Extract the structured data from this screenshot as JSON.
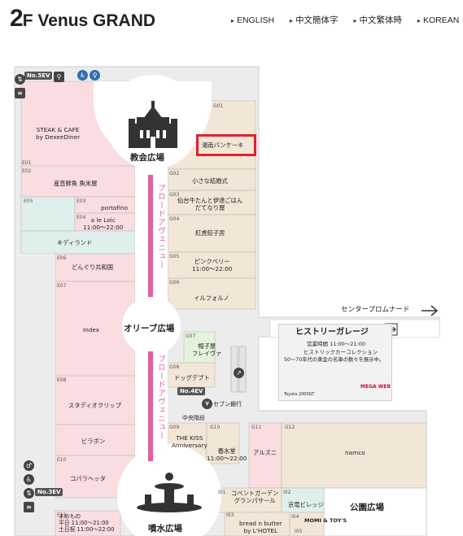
{
  "header": {
    "floor_number": "2",
    "floor_title": "F Venus GRAND",
    "languages": [
      "ENGLISH",
      "中文簡体字",
      "中文繁体時",
      "KOREAN"
    ]
  },
  "plazas": {
    "church": "教会広場",
    "olive": "オリーブ広場",
    "fountain": "噴水広場",
    "park": "公園広場"
  },
  "avenue_label": "プロードアヴェニュー",
  "center_promenade": "センタープロムナード",
  "history_garage": {
    "title": "ヒストリーガレージ",
    "hours": "営業時間 11:00～21:00",
    "line1": "ヒストリックカーコレクション",
    "line2": "50～70年代の黄金の名車の数々を展示中。",
    "brand": "MEGA WEB",
    "car_label": "Toyota 2000GT"
  },
  "elevators": {
    "ev5": "No.5EV",
    "ev4": "No.4EV",
    "ev3": "No.3EV"
  },
  "facilities": {
    "seven": "セブン銀行",
    "stairs": "中央階段"
  },
  "shops": [
    {
      "code": "E01",
      "name": "STEAK & CAFE\nby DexeeDiner"
    },
    {
      "code": "E02",
      "name": "産直鮮魚 魚米屋"
    },
    {
      "code": "E05",
      "name": ""
    },
    {
      "code": "E03",
      "name": "portofino"
    },
    {
      "code": "E04",
      "name": "a le Loic\n11:00～22:00"
    },
    {
      "code": "",
      "name": "キディランド"
    },
    {
      "code": "E06",
      "name": "どんぐり共和国"
    },
    {
      "code": "E07",
      "name": "Index"
    },
    {
      "code": "E08",
      "name": "スタディオクリップ"
    },
    {
      "code": "",
      "name": "ビラボン"
    },
    {
      "code": "E10",
      "name": "コパラヘッタ"
    },
    {
      "code": "E11",
      "name": "まめもの\n平日 11:00～21:00\n土日祝 11:00～22:00"
    },
    {
      "code": "G01",
      "name": "湘南パンケーキ"
    },
    {
      "code": "G02",
      "name": "小さな結婚式"
    },
    {
      "code": "G03",
      "name": "仙台牛たんと伊達ごはん\nだてなり屋"
    },
    {
      "code": "G04",
      "name": "紅虎餃子房"
    },
    {
      "code": "G05",
      "name": "ピンクベリー\n11:00～22:00"
    },
    {
      "code": "G06",
      "name": "イルフォルノ"
    },
    {
      "code": "G07",
      "name": "帽子屋\nフレイヴァ"
    },
    {
      "code": "G08",
      "name": "ドッグデプト"
    },
    {
      "code": "G09",
      "name": "THE KISS\nAnniversary"
    },
    {
      "code": "G10",
      "name": "春水堂\n11:00～22:00"
    },
    {
      "code": "G11",
      "name": "アルズニ"
    },
    {
      "code": "G12",
      "name": "namco"
    },
    {
      "code": "I01",
      "name": "コベントガーデン\nグランパサール"
    },
    {
      "code": "I02",
      "name": "京竜ビレッジ"
    },
    {
      "code": "I03",
      "name": "bread n butter\nby L'HOTEL"
    },
    {
      "code": "I04",
      "name": "MOMI & TOY'S"
    },
    {
      "code": "I05",
      "name": ""
    }
  ]
}
